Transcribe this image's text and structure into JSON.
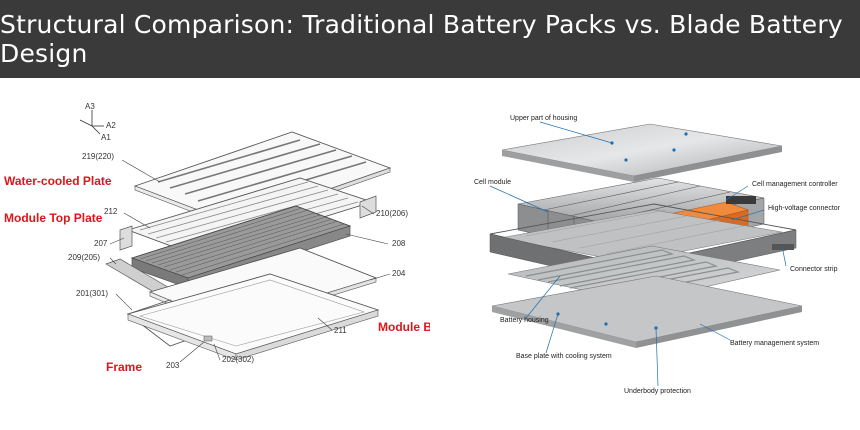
{
  "title": "Structural Comparison: Traditional Battery Packs vs. Blade Battery Design",
  "left": {
    "axes": {
      "a3": "A3",
      "a2": "A2",
      "a1": "A1"
    },
    "red_labels": {
      "water_cooled_plate": "Water-cooled Plate",
      "module_top_plate": "Module Top Plate",
      "module_base_plate": "Module Base Plate",
      "frame": "Frame"
    },
    "numbers": {
      "n219": "219(220)",
      "n212": "212",
      "n210": "210(206)",
      "n207": "207",
      "n208": "208",
      "n209": "209(205)",
      "n204": "204",
      "n201": "201(301)",
      "n211": "211",
      "n203": "203",
      "n202": "202(302)"
    }
  },
  "right": {
    "callouts": {
      "upper_housing": "Upper part of housing",
      "cell_module": "Cell module",
      "cell_mgmt_controller": "Cell management controller",
      "hv_connector": "High-voltage connector",
      "connector_strip": "Connector strip",
      "battery_housing": "Battery housing",
      "base_plate_cooling": "Base plate with cooling system",
      "battery_mgmt_system": "Battery management system",
      "underbody_protection": "Underbody protection"
    }
  },
  "colors": {
    "banner_bg": "#3a3a3a",
    "banner_text": "#ffffff",
    "red_label": "#e0141b",
    "leader_blue": "#1f6fb0",
    "hv_orange": "#e8722a"
  }
}
